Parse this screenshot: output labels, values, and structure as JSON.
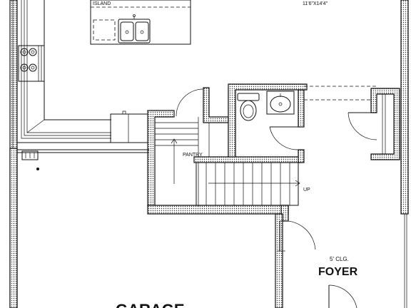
{
  "labels": {
    "island": "ISLAND",
    "dimension": "11'6\"X14'4\"",
    "pantry": "PANTRY",
    "up": "UP",
    "closet": "5' CLG.",
    "foyer": "FOYER",
    "garage": "GARAGE"
  },
  "colors": {
    "line": "#111111",
    "background": "#ffffff"
  }
}
